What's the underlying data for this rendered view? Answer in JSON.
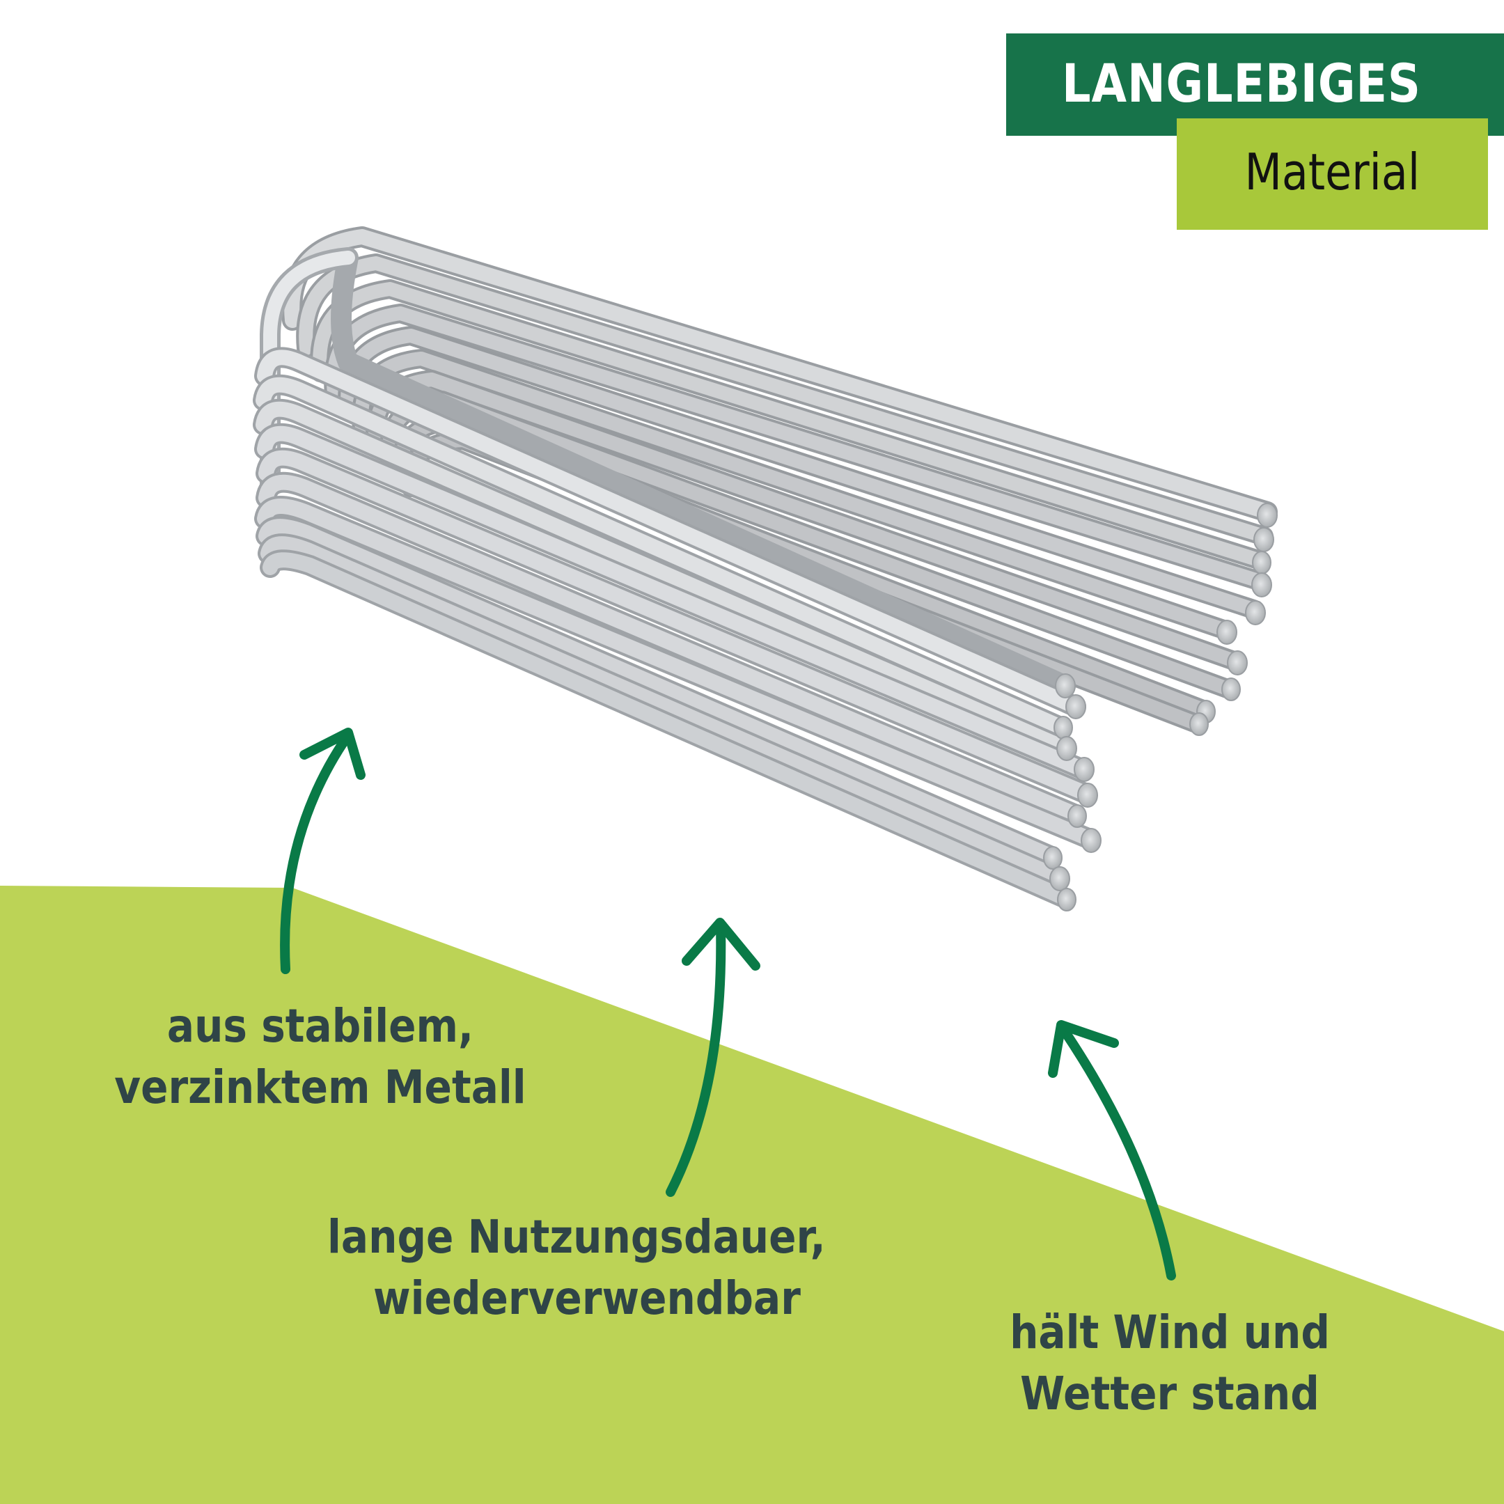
{
  "badge": {
    "title": "LANGLEBIGES",
    "subtitle": "Material",
    "title_bg_color": "#17734a",
    "subtitle_bg_color": "#a8c83a"
  },
  "product": {
    "name": "galvanized-metal-ground-staples",
    "description_icon": "metal-staple-bundle-image"
  },
  "features": [
    {
      "lines": [
        "aus stabilem,",
        "verzinktem Metall"
      ],
      "arrow": "curved-arrow-up-right-icon"
    },
    {
      "lines": [
        "lange Nutzungsdauer,",
        "wiederverwendbar"
      ],
      "arrow": "curved-arrow-up-icon"
    },
    {
      "lines": [
        "hält Wind und",
        "Wetter stand"
      ],
      "arrow": "curved-arrow-up-left-icon"
    }
  ],
  "colors": {
    "accent_dark_green": "#17734a",
    "arrow_green": "#097a47",
    "lime_background": "#bcd356",
    "text_dark": "#2f4447"
  }
}
